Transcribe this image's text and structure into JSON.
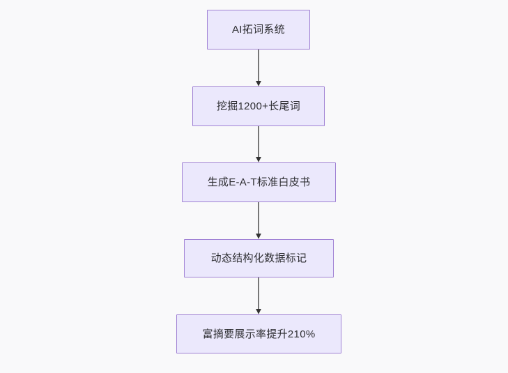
{
  "diagram": {
    "type": "flowchart",
    "orientation": "top-to-bottom",
    "background_color": "#f9f9fa",
    "node_fill_color": "#ebe8fc",
    "node_border_color": "#a081d4",
    "node_text_color": "#2f2f33",
    "edge_color": "#777777",
    "arrowhead_color": "#333333",
    "nodes": [
      {
        "id": "node-0",
        "label": "AI拓词系统"
      },
      {
        "id": "node-1",
        "label": "挖掘1200+长尾词"
      },
      {
        "id": "node-2",
        "label": "生成E-A-T标准白皮书"
      },
      {
        "id": "node-3",
        "label": "动态结构化数据标记"
      },
      {
        "id": "node-4",
        "label": "富摘要展示率提升210%"
      }
    ],
    "edges": [
      {
        "from": "node-0",
        "to": "node-1",
        "label": ""
      },
      {
        "from": "node-1",
        "to": "node-2",
        "label": ""
      },
      {
        "from": "node-2",
        "to": "node-3",
        "label": ""
      },
      {
        "from": "node-3",
        "to": "node-4",
        "label": ""
      }
    ]
  }
}
